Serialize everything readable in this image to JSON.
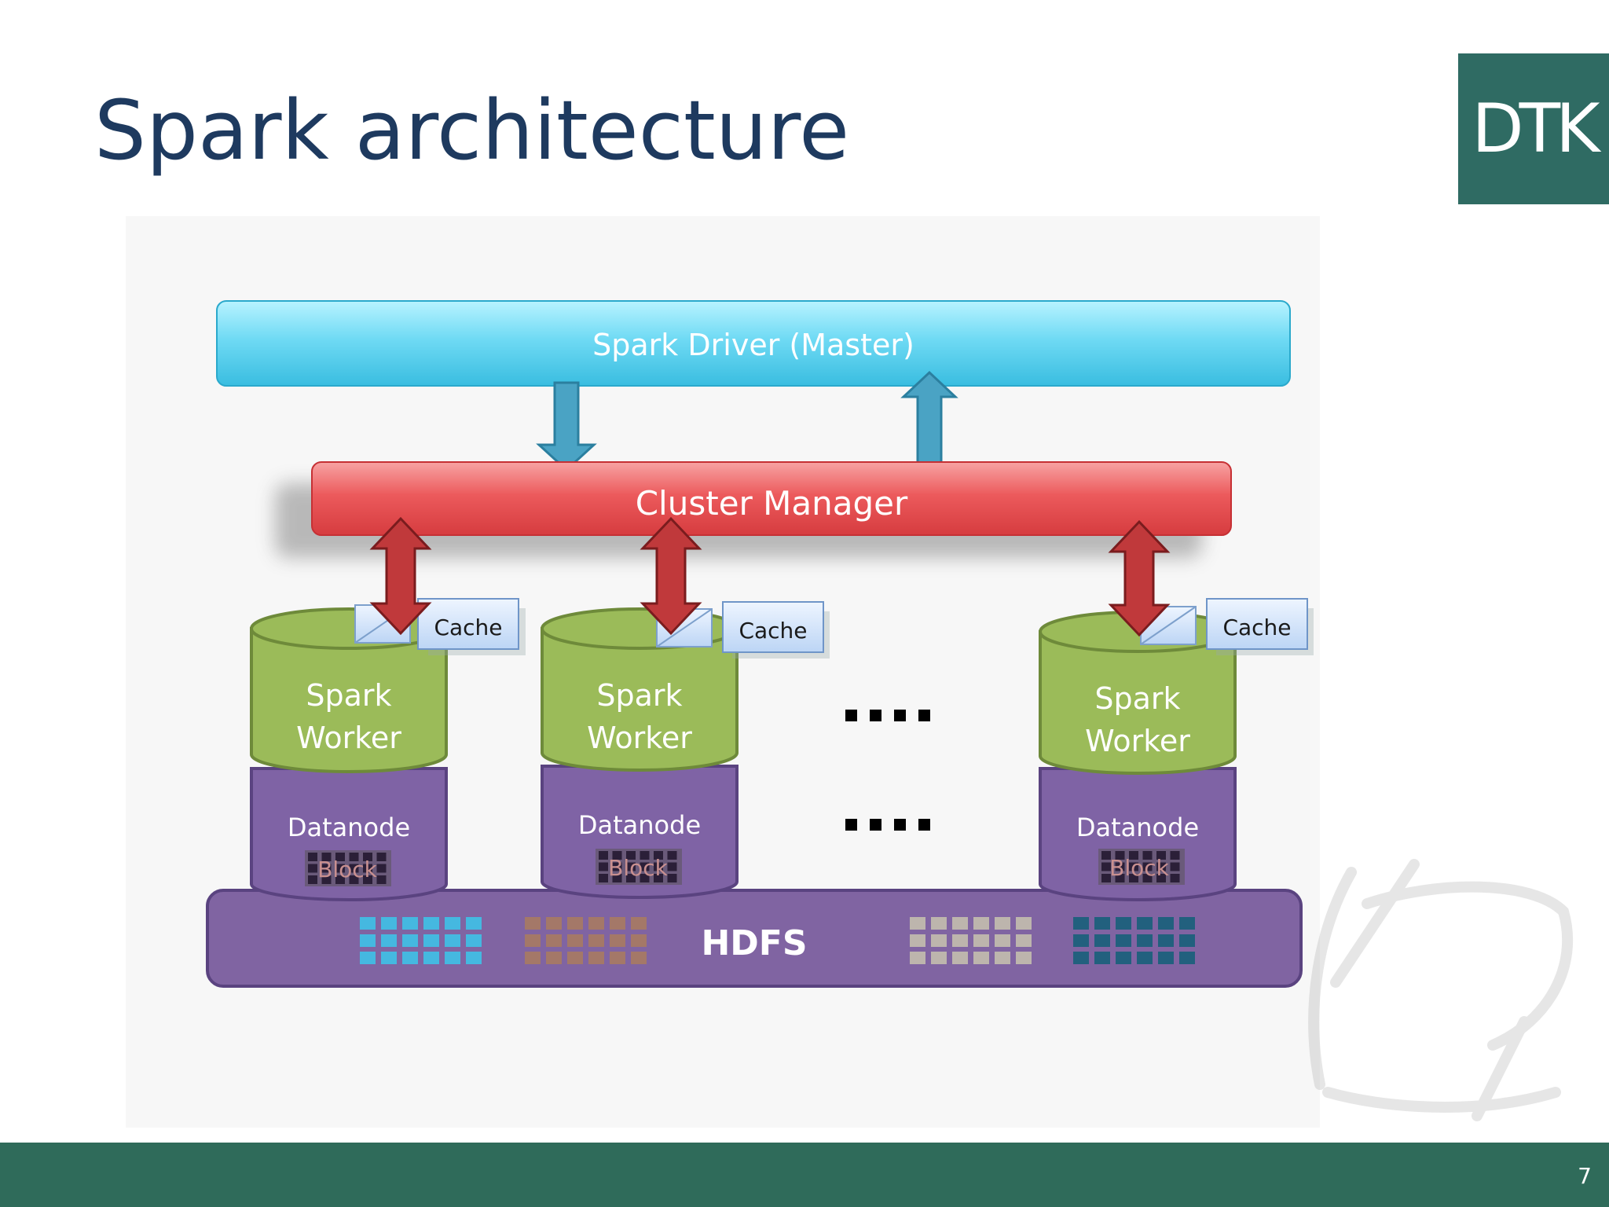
{
  "slide": {
    "title": "Spark architecture",
    "logo_text": "DTK",
    "page_number": "7"
  },
  "diagram": {
    "driver_label": "Spark Driver (Master)",
    "cluster_manager_label": "Cluster Manager",
    "workers": [
      {
        "line1": "Spark",
        "line2": "Worker",
        "cache": "Cache",
        "datanode": "Datanode",
        "block": "Block"
      },
      {
        "line1": "Spark",
        "line2": "Worker",
        "cache": "Cache",
        "datanode": "Datanode",
        "block": "Block"
      },
      {
        "line1": "Spark",
        "line2": "Worker",
        "cache": "Cache",
        "datanode": "Datanode",
        "block": "Block"
      }
    ],
    "hdfs_label": "HDFS"
  },
  "colors": {
    "title": "#1e3a5f",
    "driver": "#5fd6f0",
    "cluster_manager": "#e5484d",
    "worker": "#9bbb59",
    "datanode": "#7f63a5",
    "hdfs": "#8064a2",
    "footer": "#2f6b5a",
    "blue_arrow": "#4aa3c4",
    "red_arrow": "#c0393b"
  }
}
